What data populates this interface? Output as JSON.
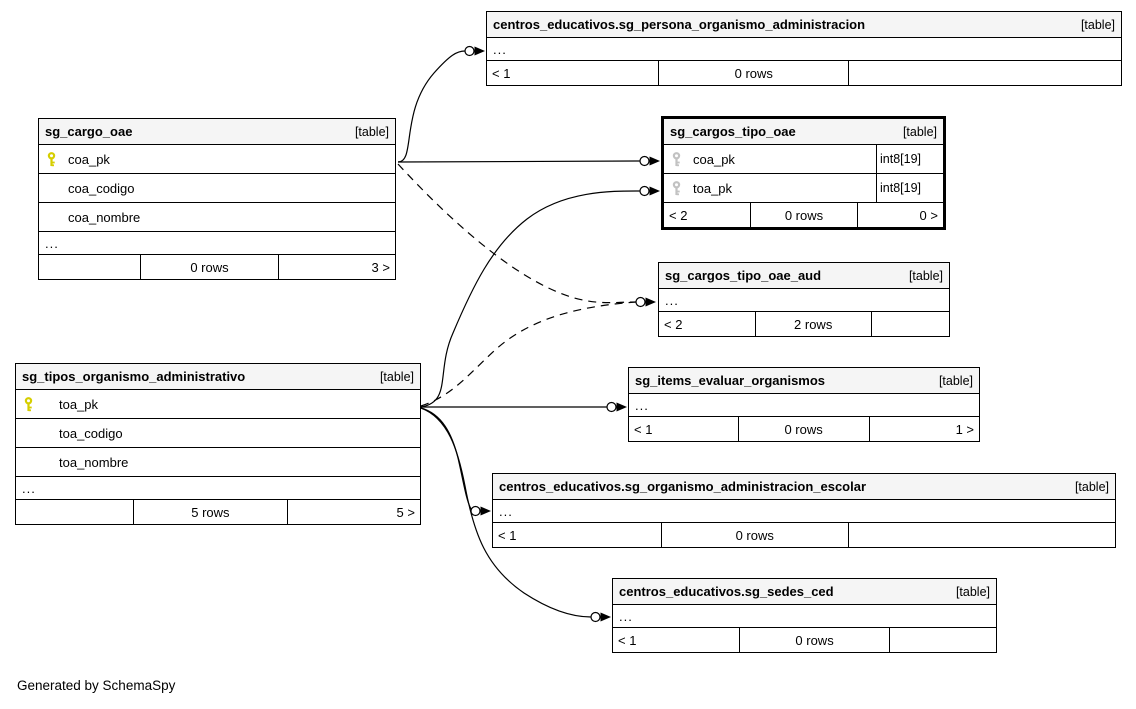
{
  "diagram": {
    "generator_note": "Generated by SchemaSpy",
    "colors": {
      "primary_key": "#d6ce00",
      "primary_foreign_key": "#c2c2c2",
      "header_bg": "#f5f5f5",
      "border": "#000000"
    },
    "tables": [
      {
        "name": "centros_educativos.sg_persona_organismo_administracion",
        "tag": "[table]",
        "rows": [
          {
            "label": "..."
          }
        ],
        "footer": {
          "left": "< 1",
          "center": "0 rows",
          "right": ""
        }
      },
      {
        "name": "sg_cargo_oae",
        "tag": "[table]",
        "rows": [
          {
            "label": "coa_pk",
            "key": "primary"
          },
          {
            "label": "coa_codigo"
          },
          {
            "label": "coa_nombre"
          },
          {
            "label": "..."
          }
        ],
        "footer": {
          "left": "",
          "center": "0 rows",
          "right": "3 >"
        }
      },
      {
        "name": "sg_cargos_tipo_oae",
        "tag": "[table]",
        "emphasized": true,
        "rows": [
          {
            "label": "coa_pk",
            "key": "primary-foreign",
            "type": "int8[19]"
          },
          {
            "label": "toa_pk",
            "key": "primary-foreign",
            "type": "int8[19]"
          }
        ],
        "footer": {
          "left": "< 2",
          "center": "0 rows",
          "right": "0 >"
        }
      },
      {
        "name": "sg_cargos_tipo_oae_aud",
        "tag": "[table]",
        "rows": [
          {
            "label": "..."
          }
        ],
        "footer": {
          "left": "< 2",
          "center": "2 rows",
          "right": ""
        }
      },
      {
        "name": "sg_tipos_organismo_administrativo",
        "tag": "[table]",
        "rows": [
          {
            "label": "toa_pk",
            "key": "primary"
          },
          {
            "label": "toa_codigo"
          },
          {
            "label": "toa_nombre"
          },
          {
            "label": "..."
          }
        ],
        "footer": {
          "left": "",
          "center": "5 rows",
          "right": "5 >"
        }
      },
      {
        "name": "sg_items_evaluar_organismos",
        "tag": "[table]",
        "rows": [
          {
            "label": "..."
          }
        ],
        "footer": {
          "left": "< 1",
          "center": "0 rows",
          "right": "1 >"
        }
      },
      {
        "name": "centros_educativos.sg_organismo_administracion_escolar",
        "tag": "[table]",
        "rows": [
          {
            "label": "..."
          }
        ],
        "footer": {
          "left": "< 1",
          "center": "0 rows",
          "right": ""
        }
      },
      {
        "name": "centros_educativos.sg_sedes_ced",
        "tag": "[table]",
        "rows": [
          {
            "label": "..."
          }
        ],
        "footer": {
          "left": "< 1",
          "center": "0 rows",
          "right": ""
        }
      }
    ],
    "relationships": [
      {
        "from": "sg_cargo_oae.coa_pk",
        "to": "centros_educativos.sg_persona_organismo_administracion",
        "style": "solid"
      },
      {
        "from": "sg_cargo_oae.coa_pk",
        "to": "sg_cargos_tipo_oae.coa_pk",
        "style": "solid"
      },
      {
        "from": "sg_cargo_oae.coa_pk",
        "to": "sg_cargos_tipo_oae_aud",
        "style": "dashed"
      },
      {
        "from": "sg_tipos_organismo_administrativo.toa_pk",
        "to": "sg_cargos_tipo_oae.toa_pk",
        "style": "solid"
      },
      {
        "from": "sg_tipos_organismo_administrativo.toa_pk",
        "to": "sg_cargos_tipo_oae_aud",
        "style": "dashed"
      },
      {
        "from": "sg_tipos_organismo_administrativo.toa_pk",
        "to": "sg_items_evaluar_organismos",
        "style": "solid"
      },
      {
        "from": "sg_tipos_organismo_administrativo.toa_pk",
        "to": "centros_educativos.sg_organismo_administracion_escolar",
        "style": "solid"
      },
      {
        "from": "sg_tipos_organismo_administrativo.toa_pk",
        "to": "centros_educativos.sg_sedes_ced",
        "style": "solid"
      }
    ]
  }
}
